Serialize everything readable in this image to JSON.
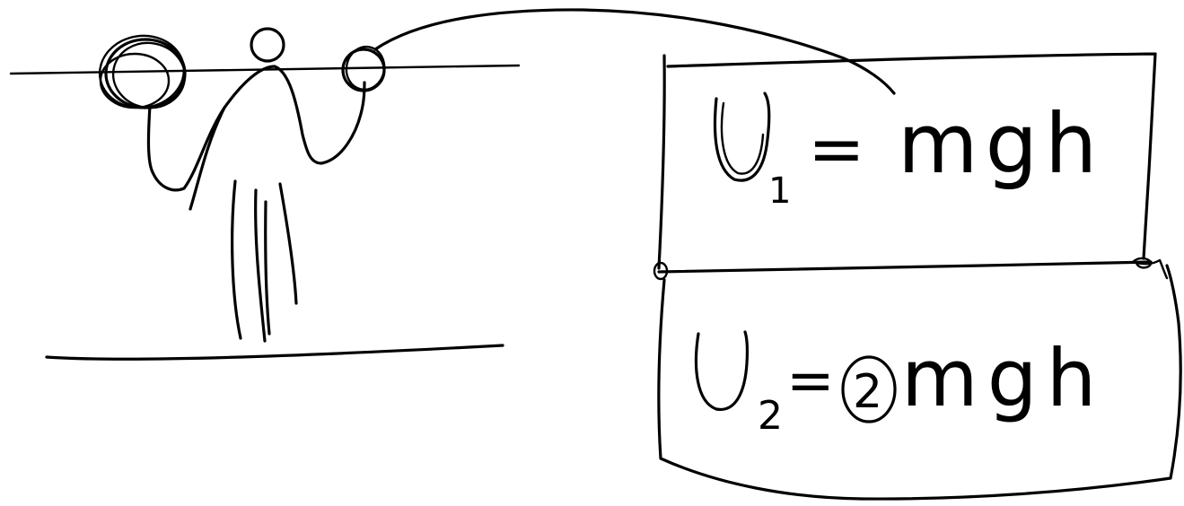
{
  "colors": {
    "ink": "#000000",
    "background": "#ffffff"
  },
  "equations": {
    "top": {
      "lhs_letter": "U",
      "lhs_subscript": "1",
      "equals": "=",
      "rhs": "mgh"
    },
    "bottom": {
      "lhs_letter": "U",
      "lhs_subscript": "2",
      "equals": "=",
      "circled_factor": "2",
      "rhs": "mgh"
    }
  },
  "figure": {
    "description_icon": "person-holding-two-weights",
    "left_weight": "large-weight",
    "right_weight": "small-weight"
  }
}
